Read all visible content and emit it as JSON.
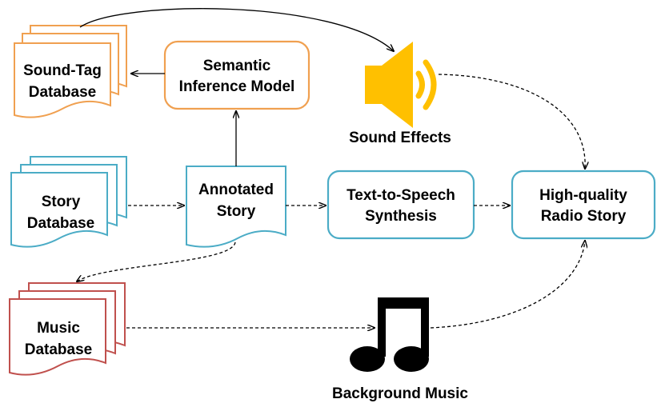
{
  "nodes": {
    "sound_tag_db": {
      "line1": "Sound-Tag",
      "line2": "Database",
      "color": "#F0A050"
    },
    "semantic_model": {
      "line1": "Semantic",
      "line2": "Inference Model",
      "color": "#F0A050"
    },
    "story_db": {
      "line1": "Story",
      "line2": "Database",
      "color": "#4BACC6"
    },
    "annotated_story": {
      "line1": "Annotated",
      "line2": "Story",
      "color": "#4BACC6"
    },
    "tts": {
      "line1": "Text-to-Speech",
      "line2": "Synthesis",
      "color": "#4BACC6"
    },
    "radio_story": {
      "line1": "High-quality",
      "line2": "Radio Story",
      "color": "#4BACC6"
    },
    "music_db": {
      "line1": "Music",
      "line2": "Database",
      "color": "#C0504D"
    }
  },
  "icons": {
    "sound_effects": {
      "label": "Sound Effects",
      "icon": "speaker-icon",
      "color": "#FFC000"
    },
    "background_music": {
      "label": "Background Music",
      "icon": "music-note-icon",
      "color": "#000000"
    }
  }
}
